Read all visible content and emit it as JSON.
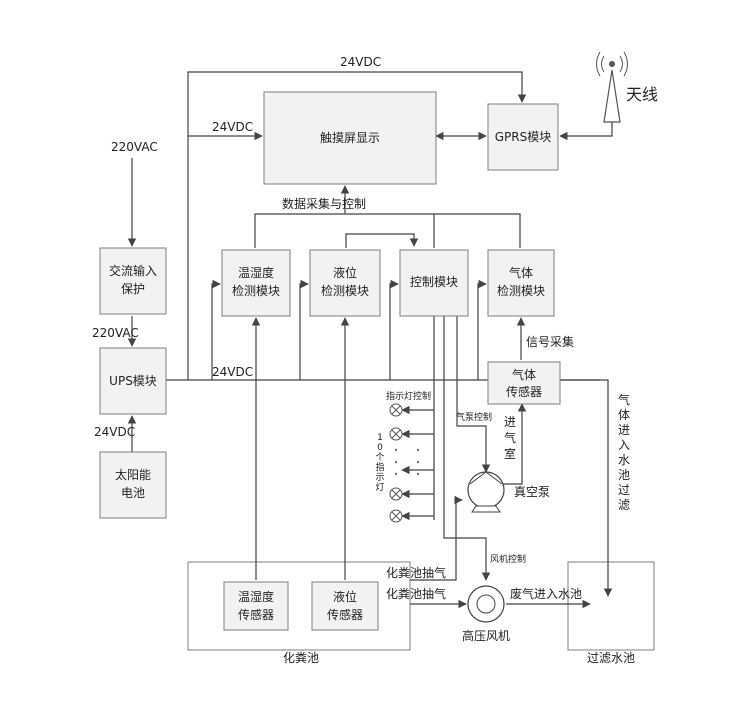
{
  "labels": {
    "v24_top": "24VDC",
    "v24_touch": "24VDC",
    "v220_in": "220VAC",
    "v220_ups": "220VAC",
    "v24_ups": "24VDC",
    "v24_solar": "24VDC",
    "antenna": "天线",
    "data_acq": "数据采集与控制",
    "signal_acq": "信号采集",
    "lamp_ctrl": "指示灯控制",
    "lamps_10": "10个指示灯",
    "pump_ctrl": "气泵控制",
    "inlet_chamber": "进气室",
    "vacuum_pump": "真空泵",
    "gas_to_filter": "气体进入水池过滤",
    "fan_ctrl": "风机控制",
    "septic_suction_1": "化粪池抽气",
    "septic_suction_2": "化粪池抽气",
    "exhaust_to_pool": "废气进入水池",
    "blower": "高压风机",
    "septic_tank": "化粪池",
    "filter_pool": "过滤水池"
  },
  "boxes": {
    "touch_display": "触摸屏显示",
    "gprs": "GPRS模块",
    "ac_protect": [
      "交流输入",
      "保护"
    ],
    "ups": "UPS模块",
    "solar": [
      "太阳能",
      "电池"
    ],
    "temp_hum_module": [
      "温湿度",
      "检测模块"
    ],
    "level_module": [
      "液位",
      "检测模块"
    ],
    "control_module": "控制模块",
    "gas_module": [
      "气体",
      "检测模块"
    ],
    "gas_sensor": [
      "气体",
      "传感器"
    ],
    "temp_hum_sensor": [
      "温湿度",
      "传感器"
    ],
    "level_sensor": [
      "液位",
      "传感器"
    ]
  }
}
